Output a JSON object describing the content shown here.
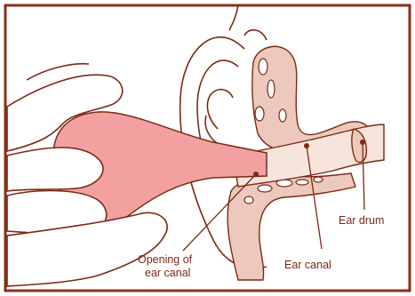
{
  "labels": {
    "opening_line1": "Opening of",
    "opening_line2": "ear canal",
    "ear_canal": "Ear canal",
    "ear_drum": "Ear drum"
  },
  "colors": {
    "outline": "#7a2a14",
    "border": "#8a2f16",
    "bulb": "#f2a1a0",
    "tissue": "#ecc9bc",
    "canal": "#f7e4dc"
  }
}
